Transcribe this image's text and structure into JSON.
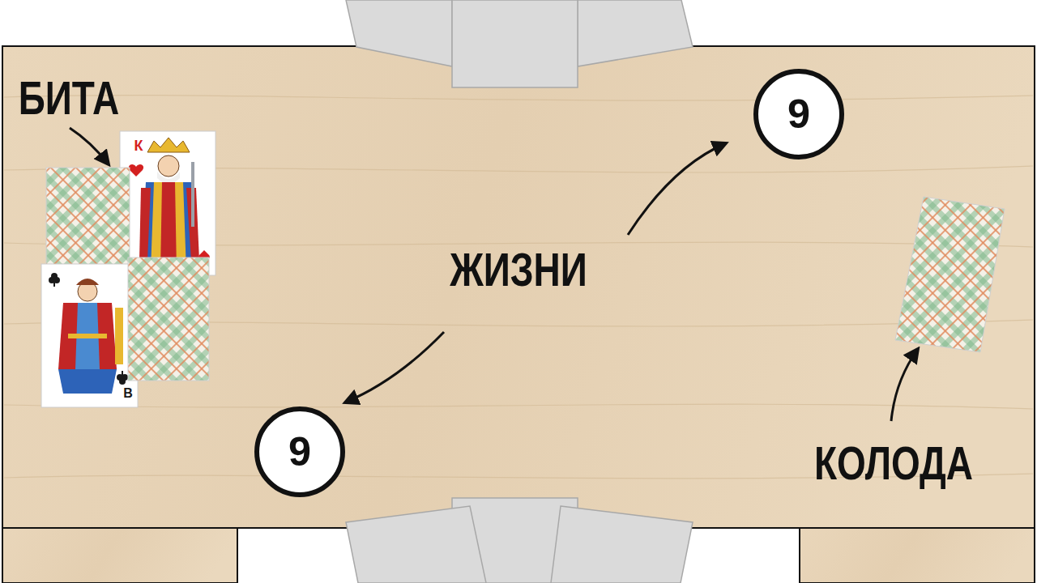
{
  "diagram": {
    "nodes": [
      {
        "text": [
          "9"
        ]
      },
      {
        "text": [
          "9"
        ]
      }
    ],
    "labels": [
      "БИТА",
      "К",
      "ЖИЗНИ",
      "В",
      "КОЛОДА"
    ]
  }
}
